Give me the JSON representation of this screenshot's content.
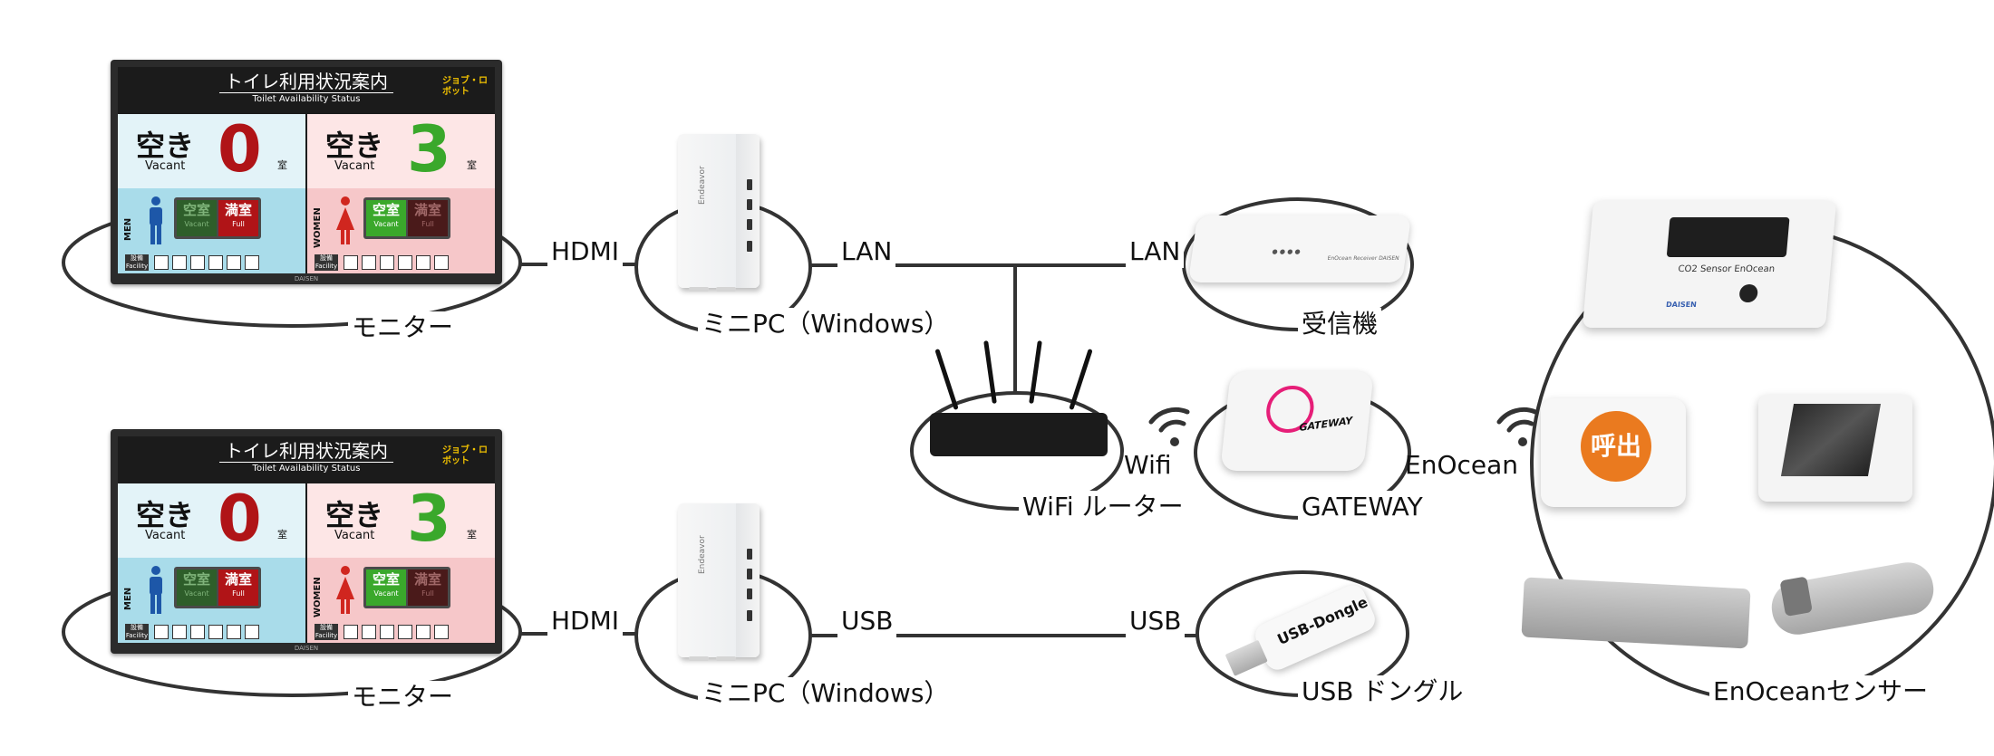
{
  "diagram": {
    "nodes": {
      "monitor_top": "モニター",
      "monitor_bottom": "モニター",
      "minipc_top": "ミニPC（Windows）",
      "minipc_bottom": "ミニPC（Windows）",
      "receiver": "受信機",
      "router": "WiFi ルーター",
      "gateway": "GATEWAY",
      "dongle": "USB ドングル",
      "sensors": "EnOceanセンサー"
    },
    "edges": {
      "hdmi_top": "HDMI",
      "hdmi_bottom": "HDMI",
      "lan_left": "LAN",
      "lan_right": "LAN",
      "usb_left": "USB",
      "usb_right": "USB",
      "wifi": "Wifi",
      "enocean": "EnOcean"
    }
  },
  "screen": {
    "title": "トイレ利用状況案内",
    "subtitle": "Toilet Availability Status",
    "logo": "ジョブ・ロボット",
    "vacant_jp": "空き",
    "vacant_en": "Vacant",
    "room_unit": "室",
    "men_count": "0",
    "women_count": "3",
    "men_label": "MEN",
    "women_label": "WOMEN",
    "vacant_room_jp": "空室",
    "vacant_room_en": "Vacant",
    "full_jp": "満室",
    "full_en": "Full",
    "facility_jp": "設備",
    "facility_en": "Facility",
    "brand": "DAISEN"
  },
  "devices": {
    "minipc_brand": "Endeavor",
    "receiver_brand": "EnOcean Receiver DAISEN",
    "gateway_brand": "GATEWAY",
    "dongle_text": "USB-Dongle",
    "co2_title": "CO2 Sensor EnOcean",
    "co2_brand": "DAISEN",
    "call_button": "呼出"
  },
  "colors": {
    "line": "#333333",
    "red": "#b01417",
    "green": "#3aa82b",
    "men_bg": "#a9dcea",
    "women_bg": "#f6c7c9",
    "gateway_ring": "#e61e78",
    "call_orange": "#ea7a1f"
  }
}
